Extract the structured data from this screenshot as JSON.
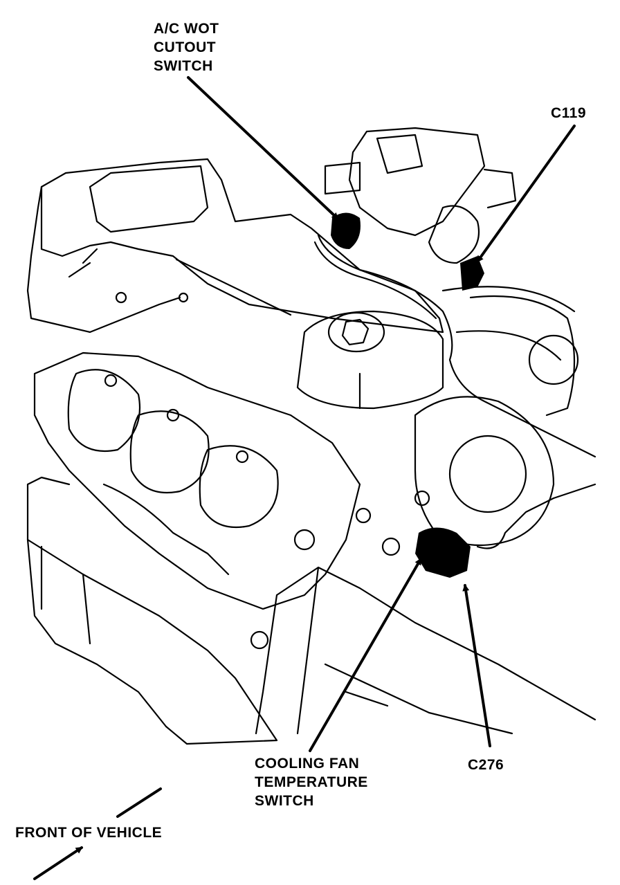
{
  "labels": {
    "ac_wot": [
      "A/C WOT",
      "CUTOUT",
      "SWITCH"
    ],
    "c119": "C119",
    "cooling_fan": [
      "COOLING FAN",
      "TEMPERATURE",
      "SWITCH"
    ],
    "c276": "C276",
    "front_of_vehicle": "FRONT OF VEHICLE"
  },
  "colors": {
    "ink": "#000000",
    "paper": "#ffffff"
  }
}
